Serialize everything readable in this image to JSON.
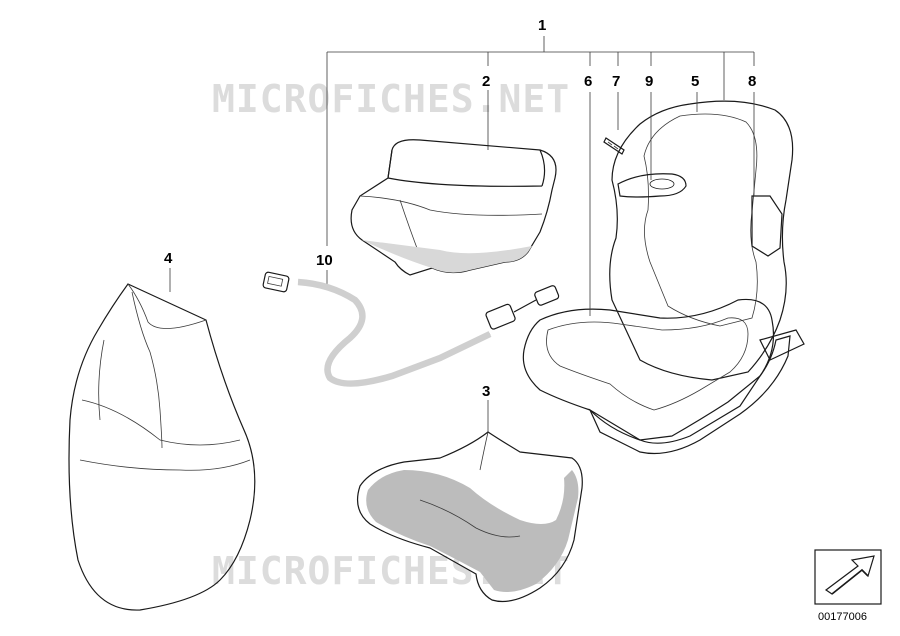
{
  "watermark": {
    "text": "MICROFICHES.NET"
  },
  "callouts": {
    "c1": "1",
    "c2": "2",
    "c3": "3",
    "c4": "4",
    "c5": "5",
    "c6": "6",
    "c7": "7",
    "c8": "8",
    "c9": "9",
    "c10": "10"
  },
  "reference": {
    "number": "00177006"
  },
  "colors": {
    "ink": "#1a1a1a",
    "fabric": "#bcbcbc",
    "fabric_dark": "#9a9a9a",
    "watermark": "#dcdcdc"
  }
}
